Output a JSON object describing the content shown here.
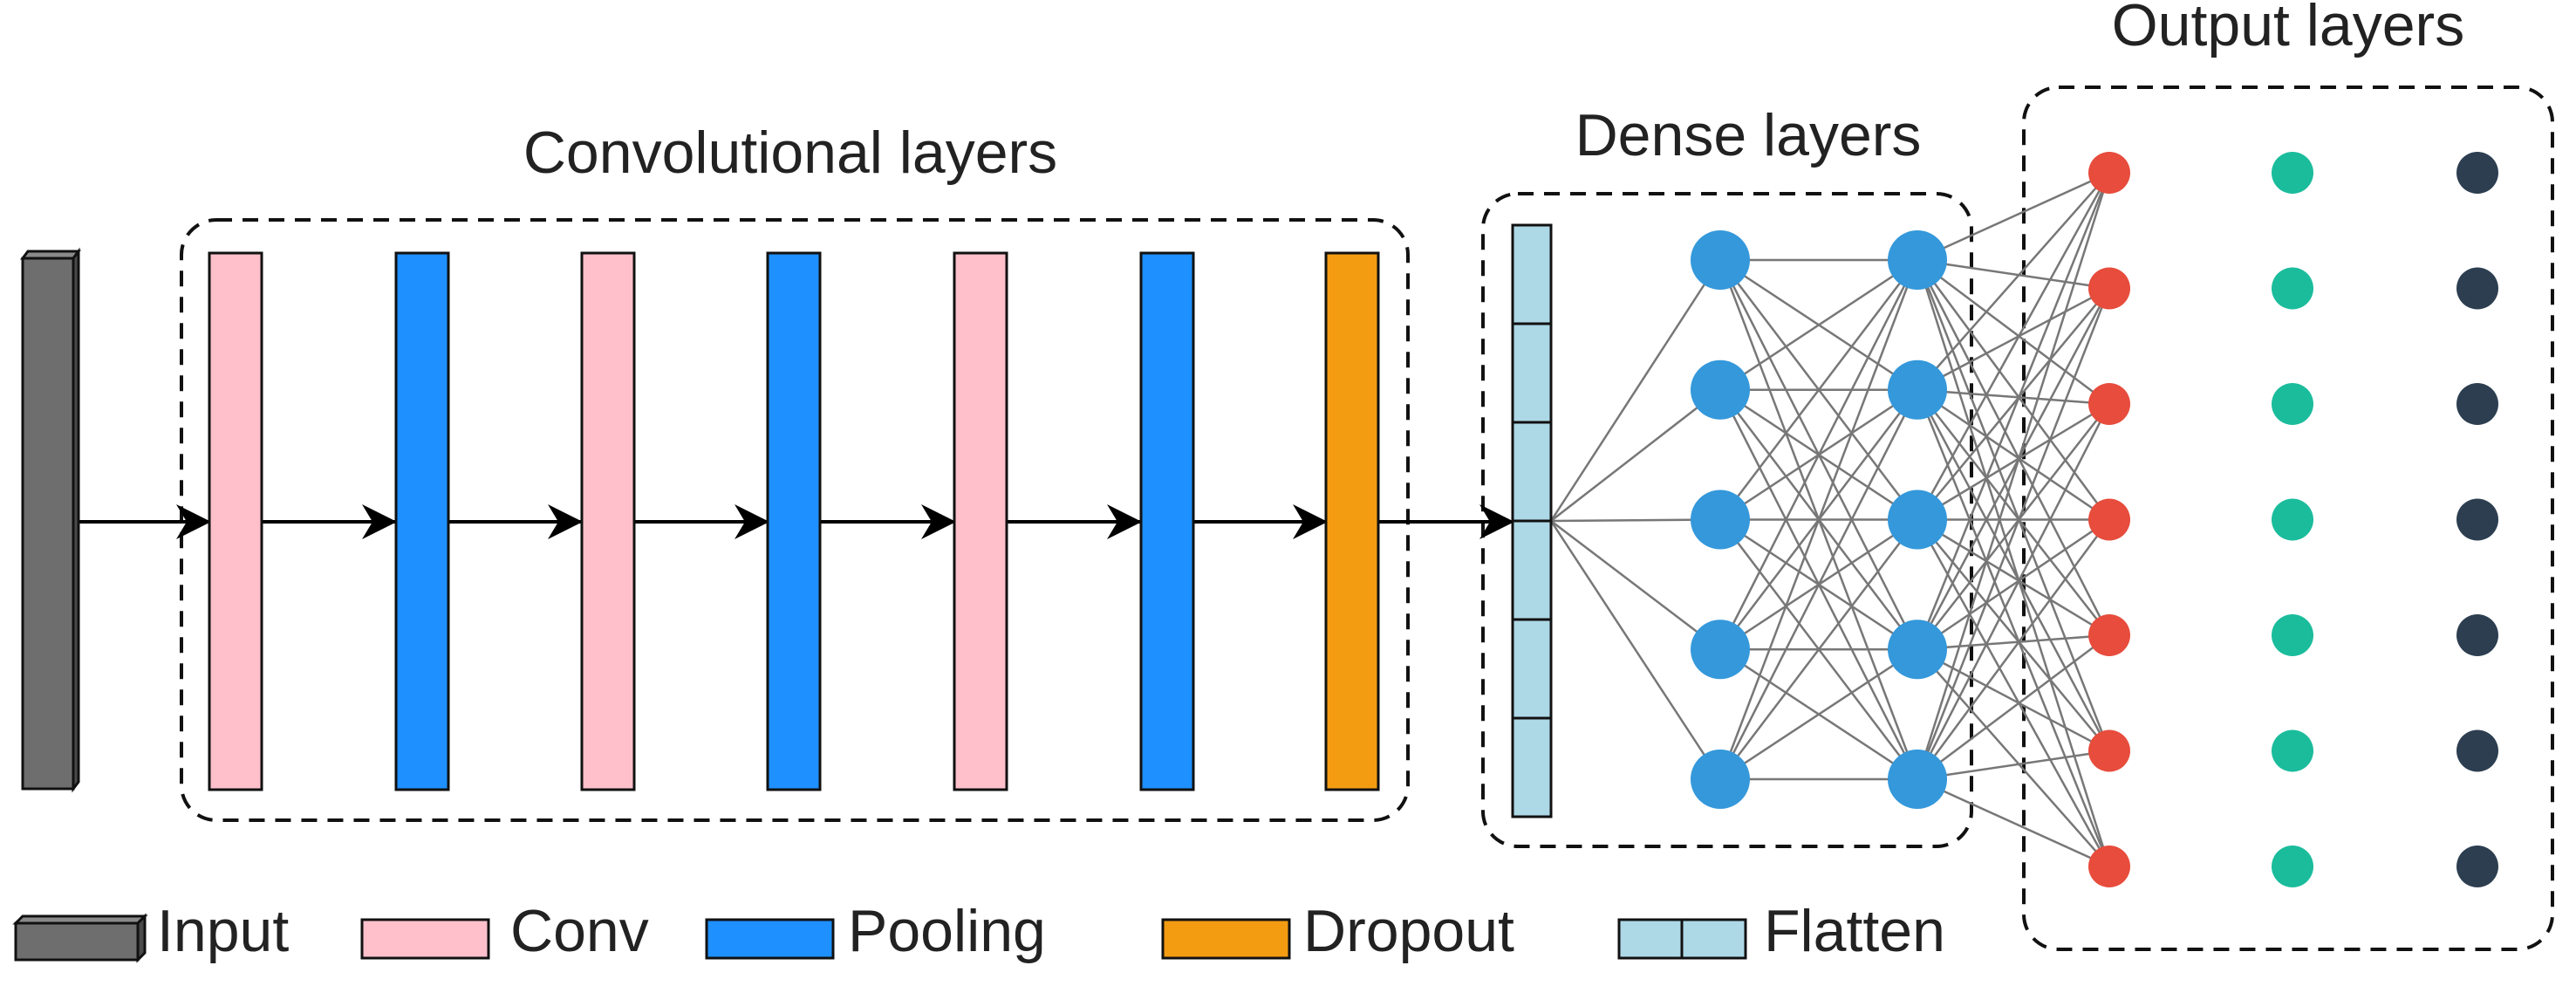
{
  "groups": {
    "convolutional": {
      "title": "Convolutional layers"
    },
    "dense": {
      "title": "Dense layers"
    },
    "output": {
      "title": "Output layers"
    }
  },
  "legend": {
    "input": "Input",
    "conv": "Conv",
    "pooling": "Pooling",
    "dropout": "Dropout",
    "flatten": "Flatten"
  },
  "colors": {
    "input": "#6e6e6e",
    "conv": "#ffc0cb",
    "pooling": "#1e90ff",
    "dropout": "#f39c12",
    "flatten": "#add8e6",
    "dense_node": "#3498db",
    "output_col1": "#e74c3c",
    "output_col2": "#1abc9c",
    "output_col3": "#2c3e50",
    "connection": "#777777"
  },
  "pipeline": [
    "input",
    "conv",
    "pooling",
    "conv",
    "pooling",
    "conv",
    "pooling",
    "dropout",
    "flatten"
  ],
  "dense_nodes_per_layer": [
    5,
    5
  ],
  "output_nodes_per_column": 7
}
